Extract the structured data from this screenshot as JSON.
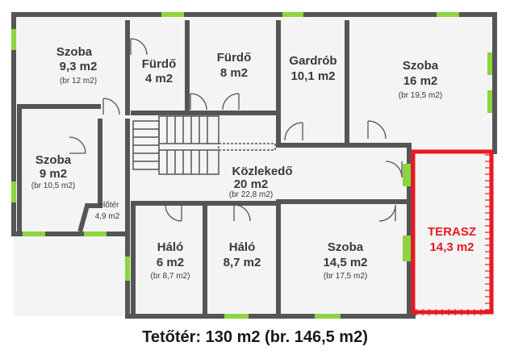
{
  "rooms": {
    "szoba_nw": {
      "name": "Szoba",
      "area": "9,3 m2",
      "gross": "(br 12 m2)"
    },
    "furdo1": {
      "name": "Fürdő",
      "area": "4 m2"
    },
    "furdo2": {
      "name": "Fürdő",
      "area": "8 m2"
    },
    "gardrob": {
      "name": "Gardrób",
      "area": "10,1 m2"
    },
    "szoba_ne": {
      "name": "Szoba",
      "area": "16 m2",
      "gross": "(br 19,5 m2)"
    },
    "szoba_w": {
      "name": "Szoba",
      "area": "9 m2",
      "gross": "(br 10,5 m2)"
    },
    "eloter": {
      "name": "előtér",
      "area": "4,9 m2"
    },
    "kozlekedo": {
      "name": "Közlekedő",
      "area": "20 m2",
      "gross": "(br 22,8 m2)"
    },
    "halo1": {
      "name": "Háló",
      "area": "6 m2",
      "gross": "(br 8,7 m2)"
    },
    "halo2": {
      "name": "Háló",
      "area": "8,7 m2"
    },
    "szoba_s": {
      "name": "Szoba",
      "area": "14,5 m2",
      "gross": "(br 17,5 m2)"
    },
    "terasz": {
      "name": "TERASZ",
      "area": "14,3 m2"
    }
  },
  "caption": "Tetőtér: 130 m2 (br. 146,5 m2)",
  "colors": {
    "wall": "#555555",
    "window": "#8ed43f",
    "terrace": "#e8191f",
    "text": "#3a3a3a"
  }
}
